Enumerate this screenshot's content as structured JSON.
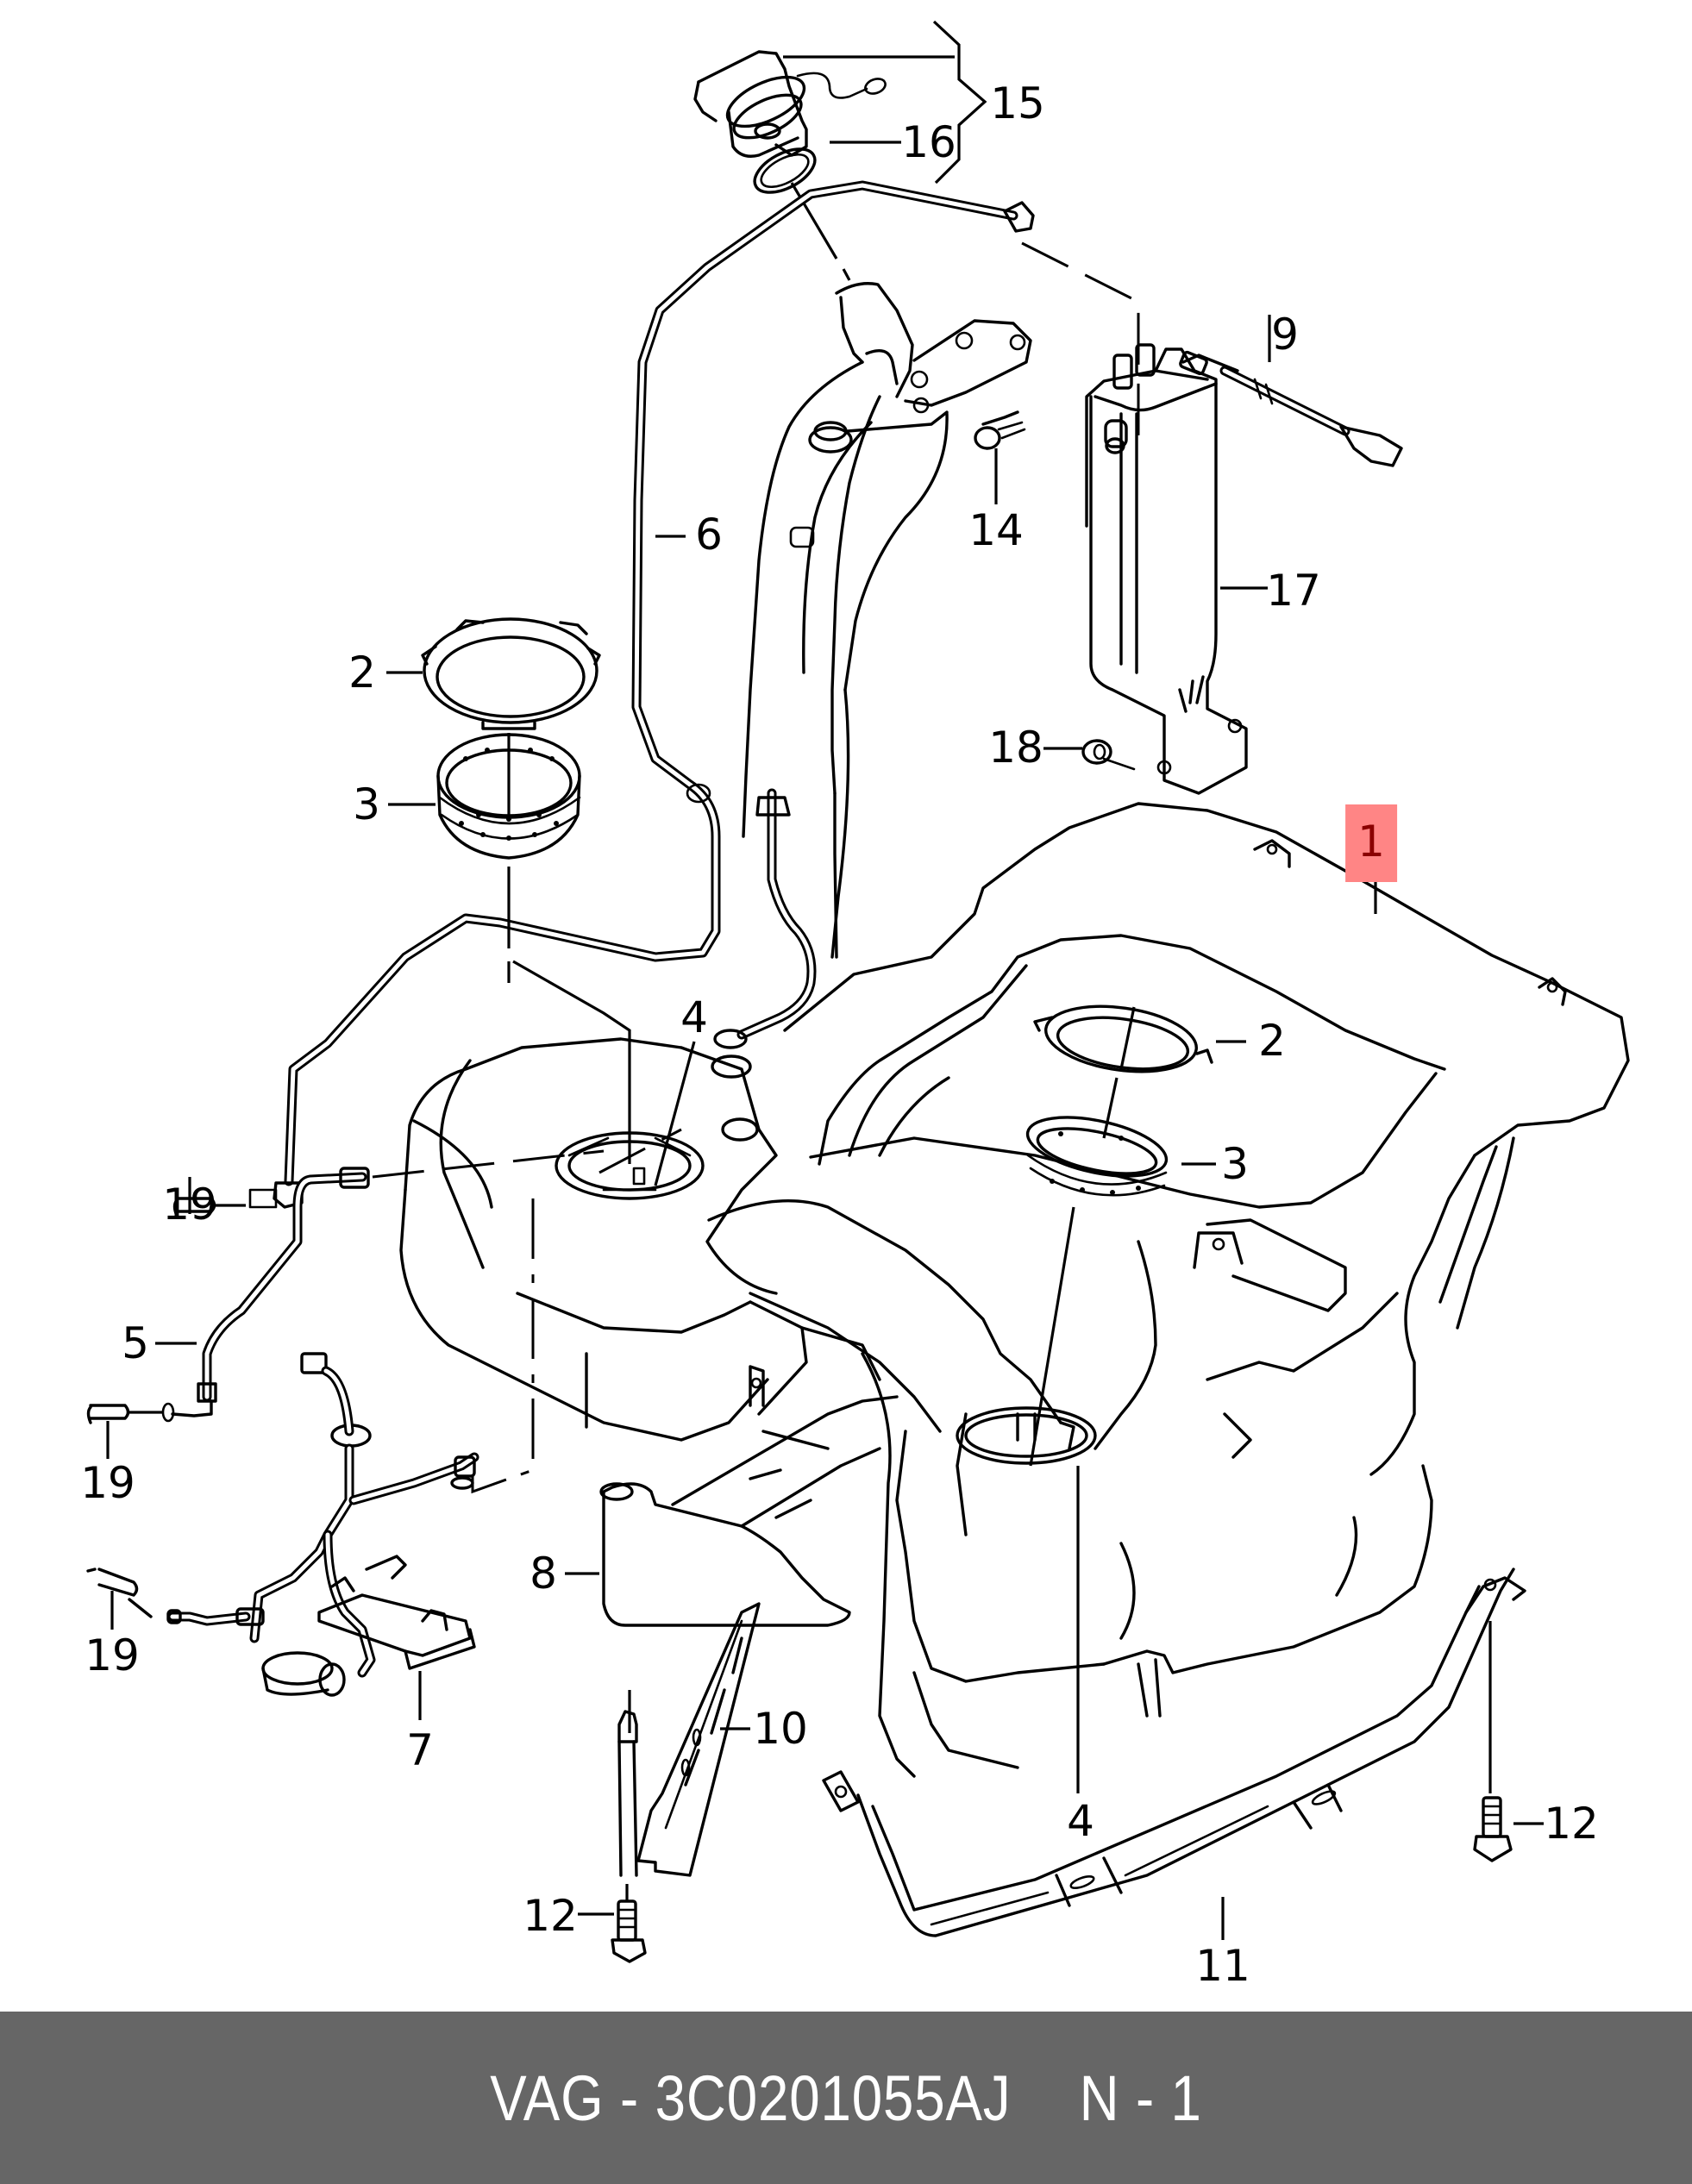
{
  "diagram": {
    "title": "Fuel tank assembly exploded parts diagram",
    "highlight_color": "#ff8585",
    "highlight_text_color": "#8a0000",
    "line_color": "#000000",
    "callouts": [
      {
        "id": "c15",
        "label": "15",
        "part": "fuel-filler-cap-assembly",
        "highlighted": false
      },
      {
        "id": "c16",
        "label": "16",
        "part": "filler-cap-seal-ring",
        "highlighted": false
      },
      {
        "id": "c9",
        "label": "9",
        "part": "wiring-harness-connector",
        "highlighted": false
      },
      {
        "id": "c6",
        "label": "6",
        "part": "breather-line",
        "highlighted": false
      },
      {
        "id": "c14",
        "label": "14",
        "part": "bolt",
        "highlighted": false
      },
      {
        "id": "c17",
        "label": "17",
        "part": "activated-charcoal-canister",
        "highlighted": false
      },
      {
        "id": "c2a",
        "label": "2",
        "part": "locking-ring",
        "highlighted": false
      },
      {
        "id": "c3a",
        "label": "3",
        "part": "threaded-ring",
        "highlighted": false
      },
      {
        "id": "c18",
        "label": "18",
        "part": "nut",
        "highlighted": false
      },
      {
        "id": "c1",
        "label": "1",
        "part": "fuel-tank",
        "highlighted": true
      },
      {
        "id": "c4a",
        "label": "4",
        "part": "fuel-sender-seal",
        "highlighted": false
      },
      {
        "id": "c2b",
        "label": "2",
        "part": "locking-ring",
        "highlighted": false
      },
      {
        "id": "c3b",
        "label": "3",
        "part": "threaded-ring",
        "highlighted": false
      },
      {
        "id": "c19a",
        "label": "19",
        "part": "hose-clip",
        "highlighted": false
      },
      {
        "id": "c5",
        "label": "5",
        "part": "fuel-line",
        "highlighted": false
      },
      {
        "id": "c19b",
        "label": "19",
        "part": "hose-clip",
        "highlighted": false
      },
      {
        "id": "c8",
        "label": "8",
        "part": "heat-shield",
        "highlighted": false
      },
      {
        "id": "c19c",
        "label": "19",
        "part": "hose-clip",
        "highlighted": false
      },
      {
        "id": "c7",
        "label": "7",
        "part": "fuel-pump-control-unit",
        "highlighted": false
      },
      {
        "id": "c10",
        "label": "10",
        "part": "retaining-strap-left",
        "highlighted": false
      },
      {
        "id": "c4b",
        "label": "4",
        "part": "fuel-sender-seal",
        "highlighted": false
      },
      {
        "id": "c12a",
        "label": "12",
        "part": "strap-bolt",
        "highlighted": false
      },
      {
        "id": "c12b",
        "label": "12",
        "part": "strap-bolt",
        "highlighted": false
      },
      {
        "id": "c11",
        "label": "11",
        "part": "retaining-strap-right",
        "highlighted": false
      }
    ]
  },
  "footer": {
    "brand": "VAG",
    "separator": "-",
    "part_number": "3C0201055AJ",
    "position_prefix": "N",
    "position_separator": "-",
    "position_number": "1",
    "background": "#666666",
    "text_color": "#ffffff"
  }
}
